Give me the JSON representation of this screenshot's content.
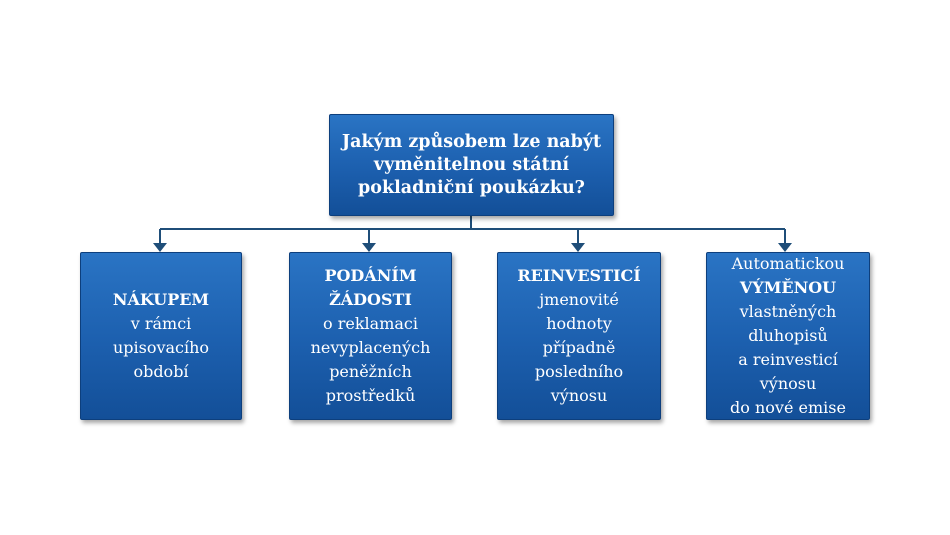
{
  "root": {
    "lines": [
      "Jakým způsobem lze nabýt",
      "vyměnitelnou státní",
      "pokladniční poukázku?"
    ]
  },
  "children": [
    {
      "lines": [
        {
          "text": "NÁKUPEM",
          "bold": true
        },
        {
          "text": "v rámci"
        },
        {
          "text": "upisovacího"
        },
        {
          "text": "období"
        }
      ]
    },
    {
      "lines": [
        {
          "text": "PODÁNÍM",
          "bold": true
        },
        {
          "text": "ŽÁDOSTI",
          "bold": true
        },
        {
          "text": "o reklamaci"
        },
        {
          "text": "nevyplacených"
        },
        {
          "text": "peněžních"
        },
        {
          "text": "prostředků"
        }
      ]
    },
    {
      "lines": [
        {
          "text": "REINVESTICÍ",
          "bold": true
        },
        {
          "text": "jmenovité"
        },
        {
          "text": "hodnoty"
        },
        {
          "text": "případně"
        },
        {
          "text": "posledního"
        },
        {
          "text": "výnosu"
        }
      ]
    },
    {
      "lines": [
        {
          "text": "Automatickou"
        },
        {
          "text": "VÝMĚNOU",
          "bold": true
        },
        {
          "text": "vlastněných"
        },
        {
          "text": "dluhopisů"
        },
        {
          "text": "a reinvesticí"
        },
        {
          "text": "výnosu"
        },
        {
          "text": "do nové emise"
        }
      ]
    }
  ],
  "colors": {
    "box": "#1c5fae",
    "connector": "#1f4e79",
    "text": "#ffffff"
  }
}
